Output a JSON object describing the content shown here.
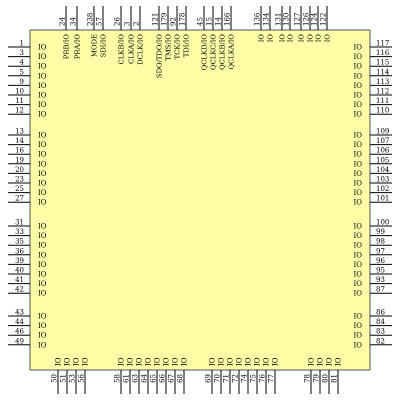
{
  "chip": {
    "body_color": "#ffffa8",
    "outline_color": "#555555",
    "pin_color": "#000000"
  },
  "left_pins": [
    {
      "num": "1",
      "label": "IO"
    },
    {
      "num": "3",
      "label": "IO"
    },
    {
      "num": "4",
      "label": "IO"
    },
    {
      "num": "5",
      "label": "IO"
    },
    {
      "num": "9",
      "label": "IO"
    },
    {
      "num": "10",
      "label": "IO"
    },
    {
      "num": "11",
      "label": "IO"
    },
    {
      "num": "12",
      "label": "IO"
    },
    {
      "num": "13",
      "label": "IO"
    },
    {
      "num": "14",
      "label": "IO"
    },
    {
      "num": "16",
      "label": "IO"
    },
    {
      "num": "19",
      "label": "IO"
    },
    {
      "num": "20",
      "label": "IO"
    },
    {
      "num": "23",
      "label": "IO"
    },
    {
      "num": "25",
      "label": "IO"
    },
    {
      "num": "27",
      "label": "IO"
    },
    {
      "num": "31",
      "label": "IO"
    },
    {
      "num": "33",
      "label": "IO"
    },
    {
      "num": "35",
      "label": "IO"
    },
    {
      "num": "36",
      "label": "IO"
    },
    {
      "num": "39",
      "label": "IO"
    },
    {
      "num": "40",
      "label": "IO"
    },
    {
      "num": "41",
      "label": "IO"
    },
    {
      "num": "42",
      "label": "IO"
    },
    {
      "num": "43",
      "label": "IO"
    },
    {
      "num": "44",
      "label": "IO"
    },
    {
      "num": "46",
      "label": "IO"
    },
    {
      "num": "49",
      "label": "IO"
    }
  ],
  "right_pins": [
    {
      "num": "117",
      "label": "IO"
    },
    {
      "num": "116",
      "label": "IO"
    },
    {
      "num": "115",
      "label": "IO"
    },
    {
      "num": "114",
      "label": "IO"
    },
    {
      "num": "113",
      "label": "IO"
    },
    {
      "num": "112",
      "label": "IO"
    },
    {
      "num": "111",
      "label": "IO"
    },
    {
      "num": "110",
      "label": "IO"
    },
    {
      "num": "109",
      "label": "IO"
    },
    {
      "num": "107",
      "label": "IO"
    },
    {
      "num": "106",
      "label": "IO"
    },
    {
      "num": "105",
      "label": "IO"
    },
    {
      "num": "104",
      "label": "IO"
    },
    {
      "num": "103",
      "label": "IO"
    },
    {
      "num": "102",
      "label": "IO"
    },
    {
      "num": "101",
      "label": "IO"
    },
    {
      "num": "100",
      "label": "IO"
    },
    {
      "num": "99",
      "label": "IO"
    },
    {
      "num": "98",
      "label": "IO"
    },
    {
      "num": "97",
      "label": "IO"
    },
    {
      "num": "96",
      "label": "IO"
    },
    {
      "num": "95",
      "label": "IO"
    },
    {
      "num": "93",
      "label": "IO"
    },
    {
      "num": "87",
      "label": "IO"
    },
    {
      "num": "86",
      "label": "IO"
    },
    {
      "num": "84",
      "label": "IO"
    },
    {
      "num": "83",
      "label": "IO"
    },
    {
      "num": "82",
      "label": "IO"
    }
  ],
  "top_pins": [
    {
      "num": "24",
      "label": "PRB/IO"
    },
    {
      "num": "34",
      "label": "PRA/IO"
    },
    {
      "num": "238",
      "label": "MODE"
    },
    {
      "num": "57",
      "label": "SDI/IO"
    },
    {
      "num": "26",
      "label": "CLKB/IO"
    },
    {
      "num": "3",
      "label": "CLKA/IO"
    },
    {
      "num": "2",
      "label": "DCLK/IO"
    },
    {
      "num": "121",
      "label": "SDO/TDO/IO"
    },
    {
      "num": "179",
      "label": "TMS/IO"
    },
    {
      "num": "92",
      "label": "TCK/IO"
    },
    {
      "num": "178",
      "label": "TDI/IO"
    },
    {
      "num": "45",
      "label": "QCLKD/IO"
    },
    {
      "num": "15",
      "label": "QCLKC/IO"
    },
    {
      "num": "14",
      "label": "QCLKB/IO"
    },
    {
      "num": "166",
      "label": "QCLKA/IO"
    },
    {
      "num": "136",
      "label": "IO"
    },
    {
      "num": "134",
      "label": "IO"
    },
    {
      "num": "131",
      "label": "IO"
    },
    {
      "num": "130",
      "label": "IO"
    },
    {
      "num": "127",
      "label": "IO"
    },
    {
      "num": "126",
      "label": "IO"
    },
    {
      "num": "124",
      "label": "IO"
    },
    {
      "num": "122",
      "label": "IO"
    }
  ],
  "bottom_pins": [
    {
      "num": "50",
      "label": "IO"
    },
    {
      "num": "51",
      "label": "IO"
    },
    {
      "num": "53",
      "label": "IO"
    },
    {
      "num": "56",
      "label": "IO"
    },
    {
      "num": "58",
      "label": "IO"
    },
    {
      "num": "61",
      "label": "IO"
    },
    {
      "num": "63",
      "label": "IO"
    },
    {
      "num": "64",
      "label": "IO"
    },
    {
      "num": "65",
      "label": "IO"
    },
    {
      "num": "66",
      "label": "IO"
    },
    {
      "num": "67",
      "label": "IO"
    },
    {
      "num": "68",
      "label": "IO"
    },
    {
      "num": "69",
      "label": "IO"
    },
    {
      "num": "70",
      "label": "IO"
    },
    {
      "num": "71",
      "label": "IO"
    },
    {
      "num": "72",
      "label": "IO"
    },
    {
      "num": "74",
      "label": "IO"
    },
    {
      "num": "75",
      "label": "IO"
    },
    {
      "num": "76",
      "label": "IO"
    },
    {
      "num": "77",
      "label": "IO"
    },
    {
      "num": "78",
      "label": "IO"
    },
    {
      "num": "79",
      "label": "IO"
    },
    {
      "num": "80",
      "label": "IO"
    },
    {
      "num": "81",
      "label": "IO"
    }
  ]
}
